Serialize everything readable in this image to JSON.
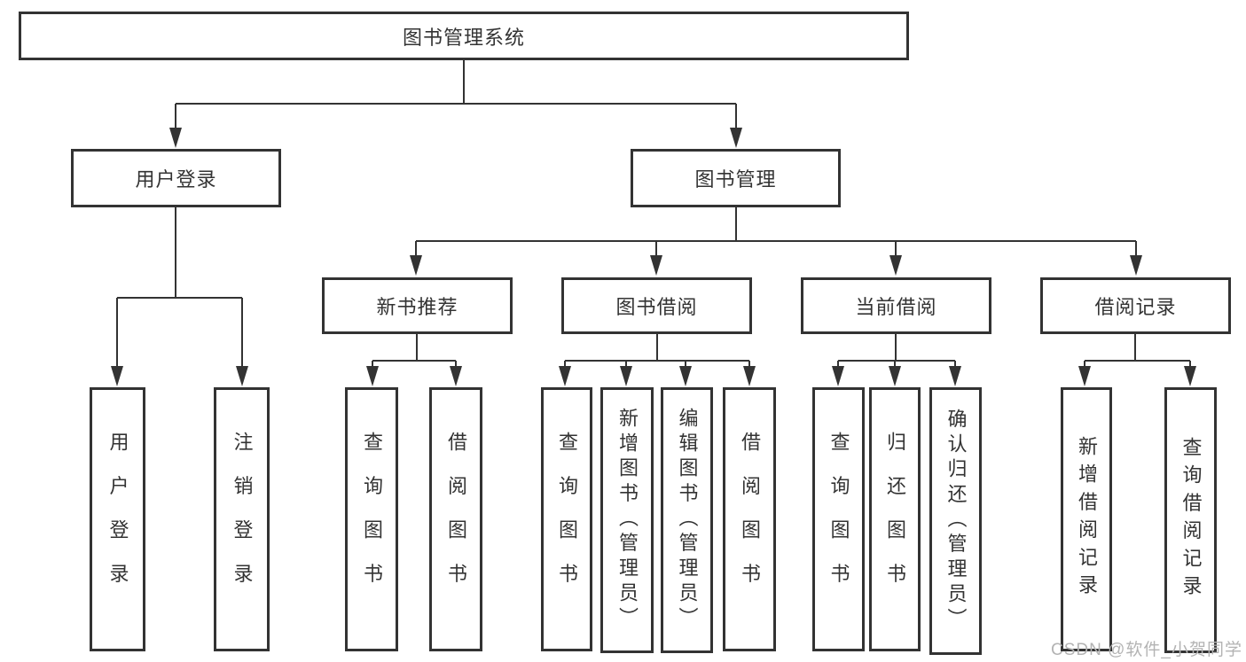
{
  "tree": {
    "root": {
      "label": "图书管理系统"
    },
    "branches": [
      {
        "label": "用户登录",
        "children": [
          {
            "label": "用户登录"
          },
          {
            "label": "注销登录"
          }
        ]
      },
      {
        "label": "图书管理",
        "children": [
          {
            "label": "新书推荐",
            "children": [
              {
                "label": "查询图书"
              },
              {
                "label": "借阅图书"
              }
            ]
          },
          {
            "label": "图书借阅",
            "children": [
              {
                "label": "查询图书"
              },
              {
                "label": "新增图书（管理员）"
              },
              {
                "label": "编辑图书（管理员）"
              },
              {
                "label": "借阅图书"
              }
            ]
          },
          {
            "label": "当前借阅",
            "children": [
              {
                "label": "查询图书"
              },
              {
                "label": "归还图书"
              },
              {
                "label": "确认归还（管理员）"
              }
            ]
          },
          {
            "label": "借阅记录",
            "children": [
              {
                "label": "新增借阅记录"
              },
              {
                "label": "查询借阅记录"
              }
            ]
          }
        ]
      }
    ]
  },
  "watermark": "CSDN @软件_小贺同学",
  "colors": {
    "line": "#333333",
    "text": "#333333",
    "box_background": "#ffffff",
    "watermark": "#b3b3b3"
  }
}
